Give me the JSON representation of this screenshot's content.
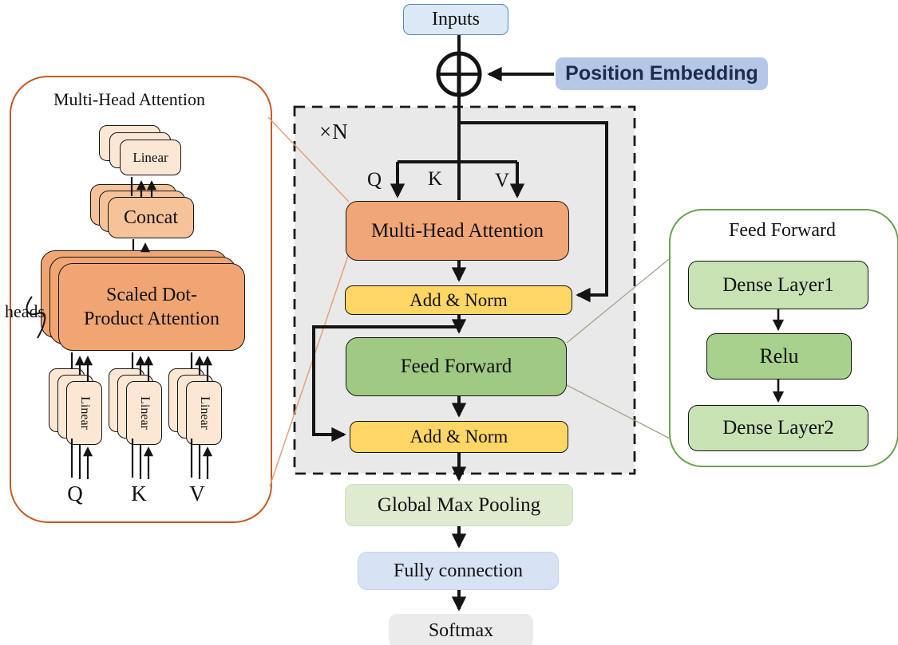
{
  "main": {
    "inputs": "Inputs",
    "position_embedding": "Position Embedding",
    "repeat_label": "×N",
    "q_label": "Q",
    "k_label": "K",
    "v_label": "V",
    "multi_head_attention": "Multi-Head Attention",
    "add_norm_1": "Add & Norm",
    "feed_forward": "Feed Forward",
    "add_norm_2": "Add & Norm",
    "global_max_pooling": "Global Max Pooling",
    "fully_connection": "Fully connection",
    "softmax": "Softmax"
  },
  "mha_panel": {
    "title": "Multi-Head Attention",
    "linear_out": "Linear",
    "concat": "Concat",
    "sdpa_line1": "Scaled Dot-",
    "sdpa_line2": "Product Attention",
    "heads_label": "heads",
    "linear_q": "Linear",
    "linear_k": "Linear",
    "linear_v": "Linear",
    "q_label": "Q",
    "k_label": "K",
    "v_label": "V"
  },
  "ff_panel": {
    "title": "Feed Forward",
    "dense1": "Dense Layer1",
    "relu": "Relu",
    "dense2": "Dense Layer2"
  },
  "colors": {
    "flow_line": "#141414",
    "inputs_fill": "#dbe8f6",
    "inputs_border": "#5c88bd",
    "pe_fill": "#b4c7e7",
    "pe_text": "#1f2b4d",
    "encoder_bg": "#e9e9e9",
    "mha_fill": "#f0a678",
    "add_norm_fill": "#fdd665",
    "ff_fill": "#a0ca84",
    "gmp_fill": "#deebd0",
    "fc_fill": "#d8e2f5",
    "softmax_fill": "#ecebeb",
    "linear_fill": "#fce7d5",
    "concat_fill": "#f6c299",
    "sdpa_fill": "#f0a573",
    "dense_fill": "#c9e2b4",
    "relu_fill": "#a8d18d",
    "mha_panel_border": "#c65a22",
    "ff_panel_border": "#6da052",
    "mha_callout_line": "#e6a078",
    "ff_callout_line": "#a0a58c"
  }
}
